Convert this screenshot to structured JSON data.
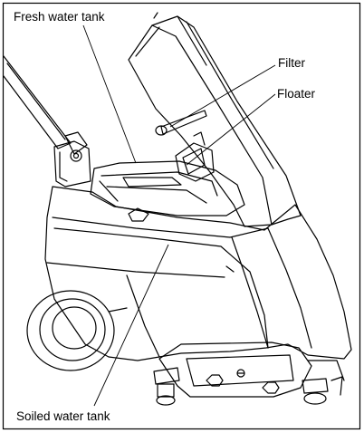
{
  "labels": {
    "fresh_water_tank": "Fresh water tank",
    "filter": "Filter",
    "floater": "Floater",
    "soiled_water_tank": "Soiled water tank"
  },
  "colors": {
    "line": "#000000",
    "background": "#ffffff"
  }
}
